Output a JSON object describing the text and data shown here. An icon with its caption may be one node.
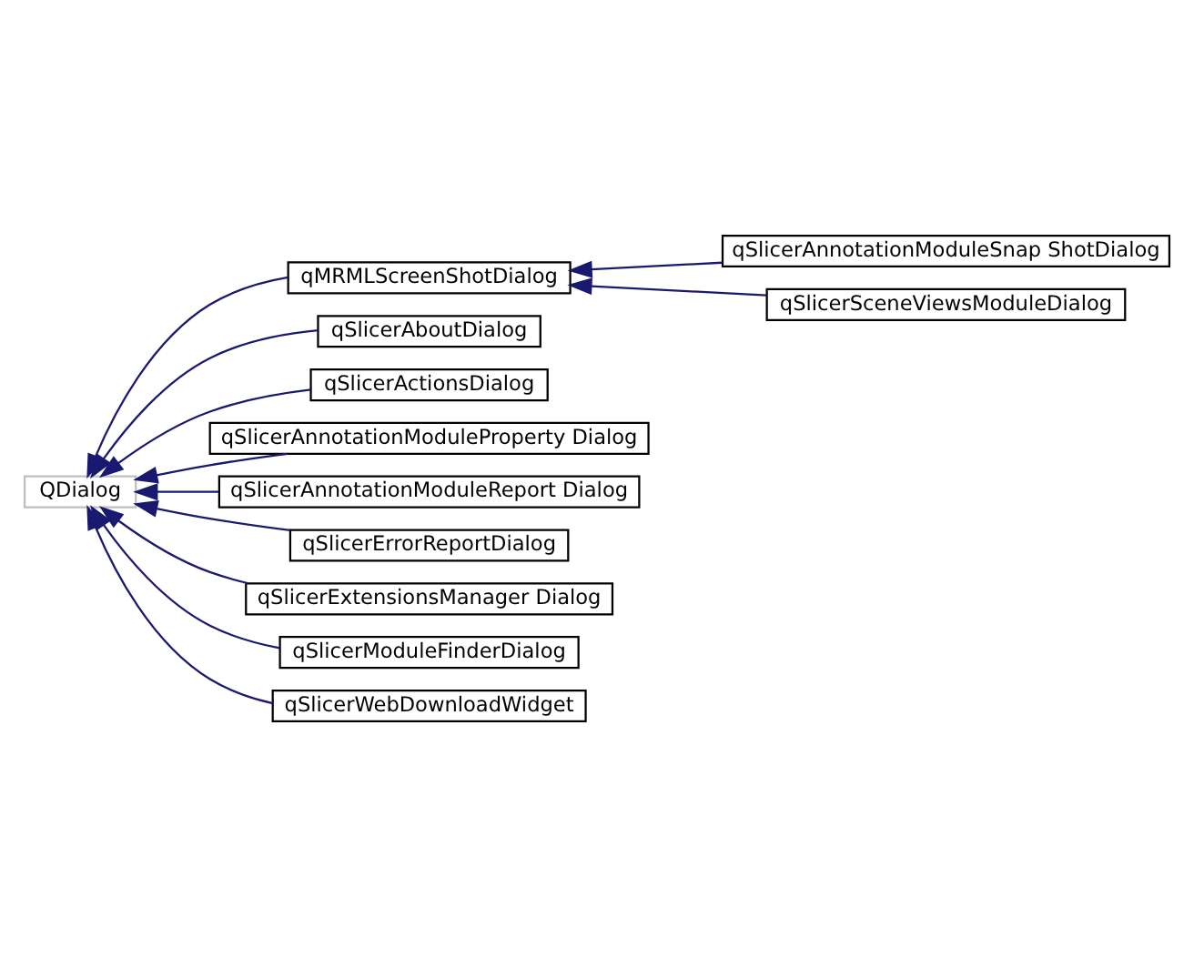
{
  "diagram": {
    "nodes": [
      {
        "text": [
          "QDialog"
        ]
      },
      {
        "text": [
          "qMRMLScreenShotDialog"
        ]
      },
      {
        "text": [
          "qSlicerAnnotationModuleSnap ShotDialog"
        ]
      },
      {
        "text": [
          "qSlicerSceneViewsModuleDialog"
        ]
      },
      {
        "text": [
          "qSlicerAboutDialog"
        ]
      },
      {
        "text": [
          "qSlicerActionsDialog"
        ]
      },
      {
        "text": [
          "qSlicerAnnotationModuleProperty Dialog"
        ]
      },
      {
        "text": [
          "qSlicerAnnotationModuleReport Dialog"
        ]
      },
      {
        "text": [
          "qSlicerErrorReportDialog"
        ]
      },
      {
        "text": [
          "qSlicerExtensionsManager Dialog"
        ]
      },
      {
        "text": [
          "qSlicerModuleFinderDialog"
        ]
      },
      {
        "text": [
          "qSlicerWebDownloadWidget"
        ]
      }
    ],
    "edges": [
      {
        "from": 1,
        "to": 0,
        "arrow": "to"
      },
      {
        "from": 2,
        "to": 1,
        "arrow": "to"
      },
      {
        "from": 3,
        "to": 1,
        "arrow": "to"
      },
      {
        "from": 4,
        "to": 0,
        "arrow": "to"
      },
      {
        "from": 5,
        "to": 0,
        "arrow": "to"
      },
      {
        "from": 6,
        "to": 0,
        "arrow": "to"
      },
      {
        "from": 7,
        "to": 0,
        "arrow": "to"
      },
      {
        "from": 8,
        "to": 0,
        "arrow": "to"
      },
      {
        "from": 9,
        "to": 0,
        "arrow": "to"
      },
      {
        "from": 10,
        "to": 0,
        "arrow": "to"
      },
      {
        "from": 11,
        "to": 0,
        "arrow": "to"
      }
    ]
  }
}
